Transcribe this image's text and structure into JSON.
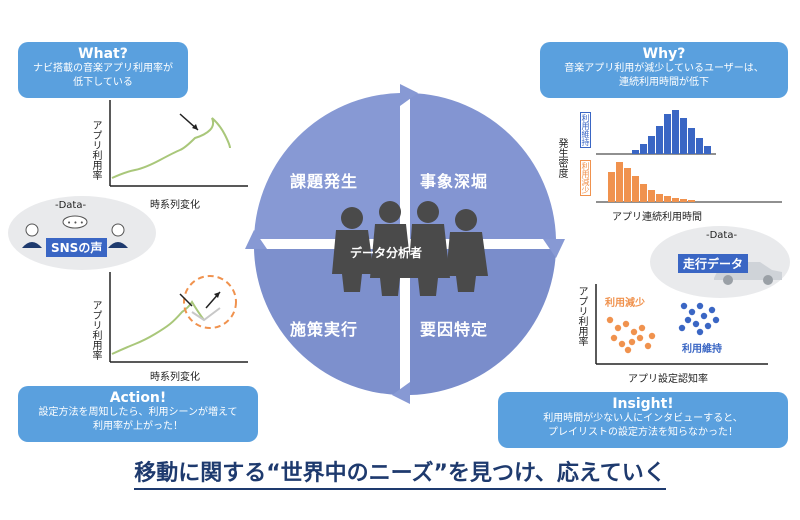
{
  "bubbles": {
    "what": {
      "title": "What?",
      "body1": "ナビ搭載の音楽アプリ利用率が",
      "body2": "低下している"
    },
    "why": {
      "title": "Why?",
      "body1": "音楽アプリ利用が減少しているユーザーは、",
      "body2": "連続利用時間が低下"
    },
    "action": {
      "title": "Action!",
      "body1": "設定方法を周知したら、利用シーンが増えて",
      "body2": "利用率が上がった！"
    },
    "insight": {
      "title": "Insight!",
      "body1": "利用時間が少ない人にインタビューすると、",
      "body2": "プレイリストの設定方法を知らなかった！"
    }
  },
  "cycle": {
    "q1": "課題発生",
    "q2": "事象深堀",
    "q3": "施策実行",
    "q4": "要因特定",
    "center": "データ分析者"
  },
  "data_sns": {
    "tag": "-Data-",
    "label": "SNSの声"
  },
  "data_drive": {
    "tag": "-Data-",
    "label": "走行データ"
  },
  "chart_tl": {
    "ylabel": "アプリ利用率",
    "xlabel": "時系列変化"
  },
  "chart_bl": {
    "ylabel": "アプリ利用率",
    "xlabel": "時系列変化"
  },
  "chart_tr": {
    "ylabel": "発生密度",
    "xlabel": "アプリ連続利用時間",
    "tag_keep": "利用維持",
    "tag_drop": "利用減少"
  },
  "chart_br": {
    "ylabel": "アプリ利用率",
    "xlabel": "アプリ設定認知率",
    "label_drop": "利用減少",
    "label_keep": "利用維持"
  },
  "headline": "移動に関する“世界中のニーズ”を見つけ、応えていく",
  "colors": {
    "bubble": "#5aa0de",
    "cycle": "#8094cf",
    "keep": "#3a66c4",
    "drop": "#f0924e",
    "line": "#a9c77a",
    "headline": "#1e3a6e"
  }
}
